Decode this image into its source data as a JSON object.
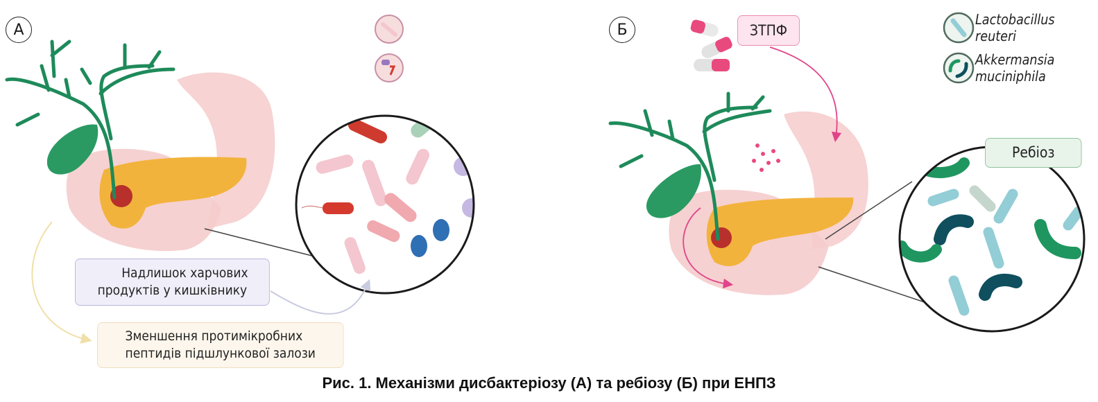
{
  "panel_a": {
    "letter": "А",
    "box_food": "Надлишок харчових продуктів у кишківнику",
    "box_food_lines": [
      "Надлишок харчових",
      "продуктів у кишківнику"
    ],
    "box_peptides_lines": [
      "Зменшення протимікробних",
      "пептидів підшлункової залози"
    ]
  },
  "panel_b": {
    "letter": "Б",
    "drug_label": "ЗТПФ",
    "rebiosis_label": "Ребіоз",
    "legend": [
      {
        "lines": [
          "Lactobacillus",
          "reuteri"
        ]
      },
      {
        "lines": [
          "Akkermansia",
          "muciniphila"
        ]
      }
    ]
  },
  "caption": "Рис. 1. Механізми дисбактеріозу (А) та ребіозу (Б) при ЕНПЗ",
  "colors": {
    "bile": "#1e8a5a",
    "gallbladder": "#2a9a62",
    "pancreas": "#f2b33c",
    "stomach": "#f7d3d3",
    "pathogen_red": "#d23a30",
    "akkermansia_dark": "#0f4f5e",
    "akkermansia_green": "#1f9660",
    "lacto": "#93cdd6",
    "drug_box": "#fde4ee",
    "rebiosis_box": "#e8f3ea",
    "food_box": "#f0eff9",
    "peptide_box": "#fdf6ec"
  }
}
